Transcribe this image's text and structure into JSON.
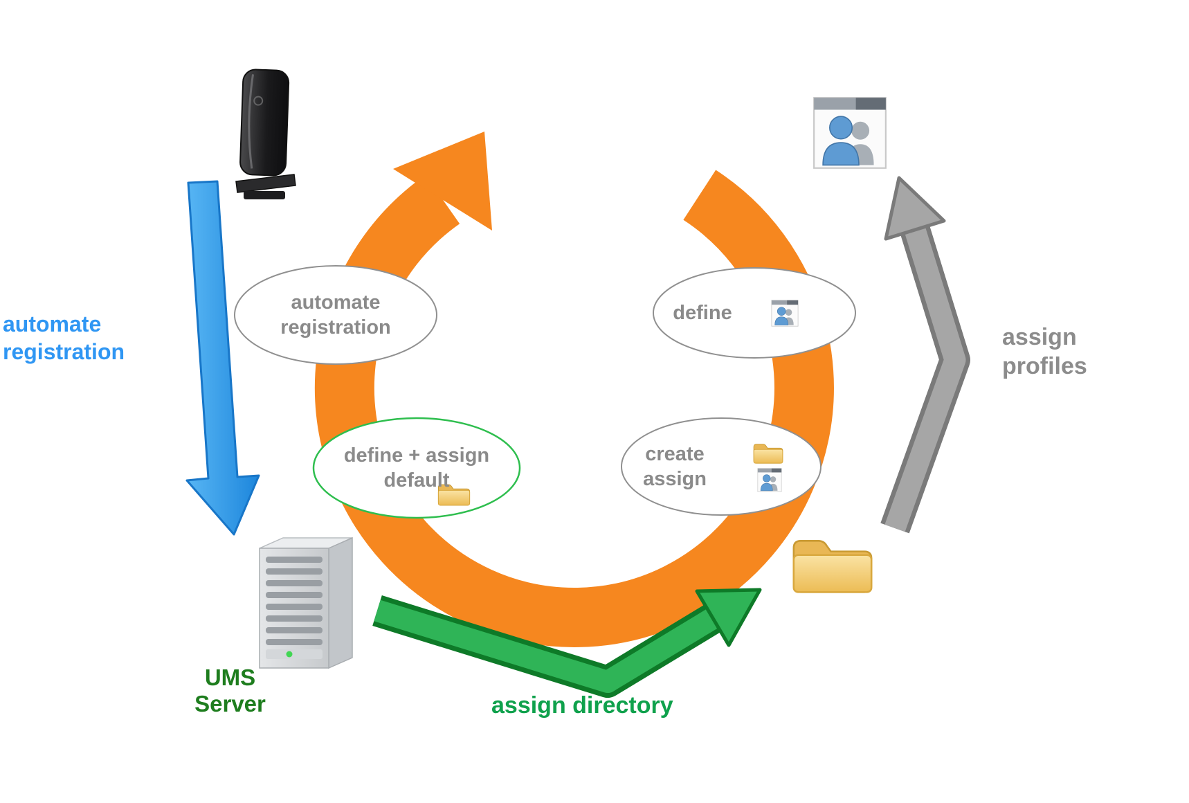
{
  "title": "UMS workflow cycle diagram",
  "labels": {
    "automate_registration": {
      "line1": "automate",
      "line2": "registration"
    },
    "ums_server": {
      "line1": "UMS",
      "line2": "Server"
    },
    "assign_directory": "assign directory",
    "assign_profiles": {
      "line1": "assign",
      "line2": "profiles"
    }
  },
  "bubbles": {
    "automate_registration": {
      "line1": "automate",
      "line2": "registration"
    },
    "define": {
      "label": "define"
    },
    "define_assign_default": {
      "line1": "define + assign",
      "line2": "default"
    },
    "create_assign": {
      "line1": "create",
      "line2": "assign"
    }
  },
  "colors": {
    "cycle_orange": "#F6871F",
    "arrow_blue": "#309CF0",
    "arrow_green": "#2FB457",
    "arrow_gray": "#A6A6A6",
    "text_blue": "#2F96F3",
    "text_green": "#0FA14C",
    "text_dark_green": "#1E7D1E",
    "text_gray": "#8C8C8C",
    "bubble_border_green": "#2EBE4E",
    "bubble_border_gray": "#909090"
  },
  "icons": {
    "device": "thin-client-device-icon",
    "server": "server-tower-icon",
    "directory": "folder-icon",
    "profiles": "users-card-icon"
  }
}
